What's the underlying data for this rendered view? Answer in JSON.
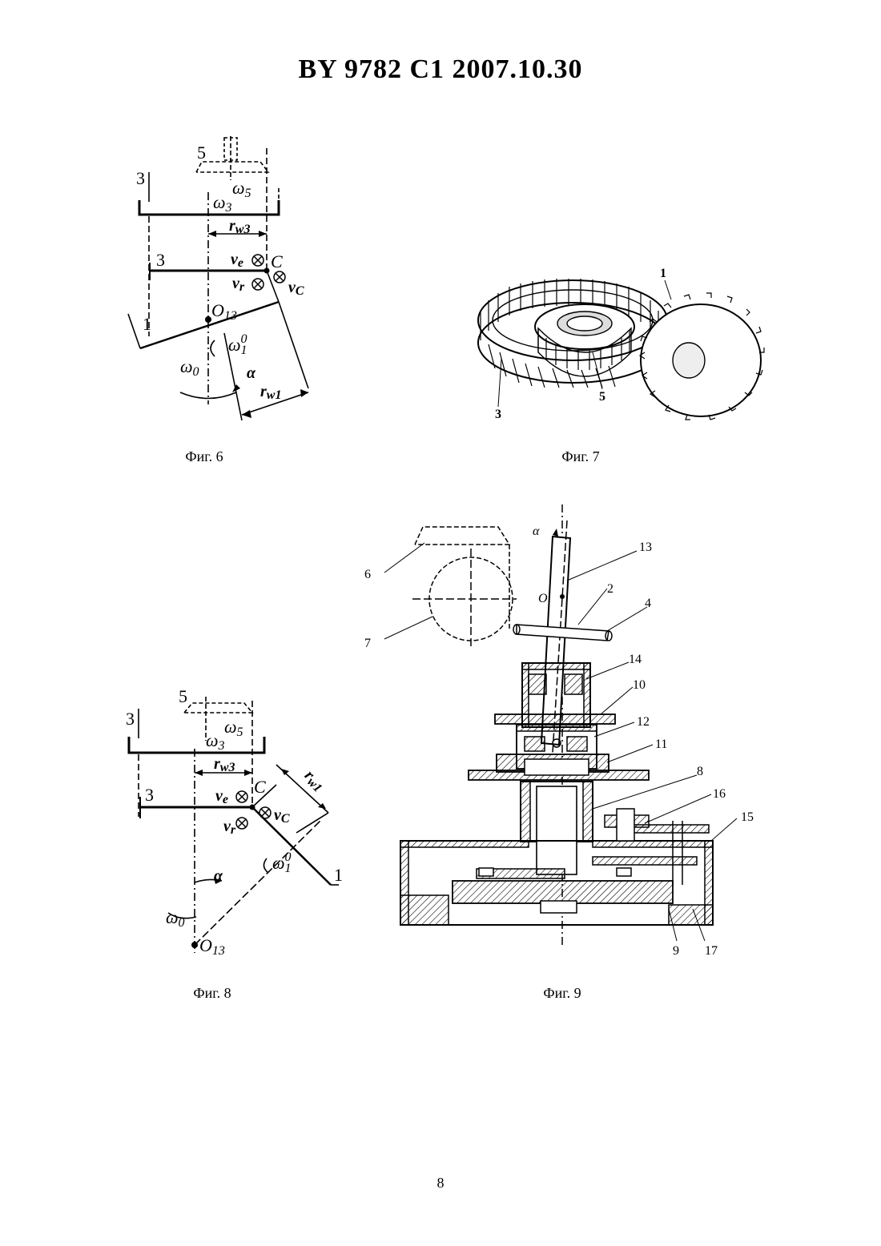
{
  "header": {
    "title": "BY  9782  C1  2007.10.30"
  },
  "fig6": {
    "caption": "Фиг. 6",
    "labels": {
      "gear5": "5",
      "omega5": "ω",
      "omega5_sub": "5",
      "gear3_top": "3",
      "omega3": "ω",
      "omega3_sub": "3",
      "rw3": "r",
      "rw3_sub": "w3",
      "ve": "v",
      "ve_sub": "e",
      "point_c": "C",
      "gear3_mid": "3",
      "vr": "v",
      "vr_sub": "r",
      "vc": "v",
      "vc_sub": "C",
      "o13": "O",
      "o13_sub": "13",
      "gear1": "1",
      "omega1": "ω",
      "omega1_sub": "1",
      "omega1_sup": "0",
      "omega0": "ω",
      "omega0_sub": "0",
      "alpha": "α",
      "rw1": "r",
      "rw1_sub": "w1"
    }
  },
  "fig7": {
    "caption": "Фиг. 7",
    "labels": {
      "gear1": "1",
      "gear3": "3",
      "gear5": "5"
    }
  },
  "fig8": {
    "caption": "Фиг. 8",
    "labels": {
      "gear5": "5",
      "omega5": "ω",
      "omega5_sub": "5",
      "gear3_top": "3",
      "omega3": "ω",
      "omega3_sub": "3",
      "rw3": "r",
      "rw3_sub": "w3",
      "ve": "v",
      "ve_sub": "e",
      "point_c": "C",
      "rw1": "r",
      "rw1_sub": "w1",
      "gear3_mid": "3",
      "vc": "v",
      "vc_sub": "C",
      "vr": "v",
      "vr_sub": "r",
      "omega1": "ω",
      "omega1_sub": "1",
      "omega1_sup": "0",
      "gear1": "1",
      "alpha": "α",
      "omega0": "ω",
      "omega0_sub": "0",
      "o13": "O",
      "o13_sub": "13"
    }
  },
  "fig9": {
    "caption": "Фиг. 9",
    "labels": {
      "alpha": "α",
      "l13": "13",
      "l6": "6",
      "o": "O",
      "l2": "2",
      "l4": "4",
      "l7": "7",
      "l14": "14",
      "l10": "10",
      "l12": "12",
      "l11": "11",
      "l8": "8",
      "l16": "16",
      "l15": "15",
      "l9": "9",
      "l17": "17"
    }
  },
  "page": {
    "number": "8"
  }
}
